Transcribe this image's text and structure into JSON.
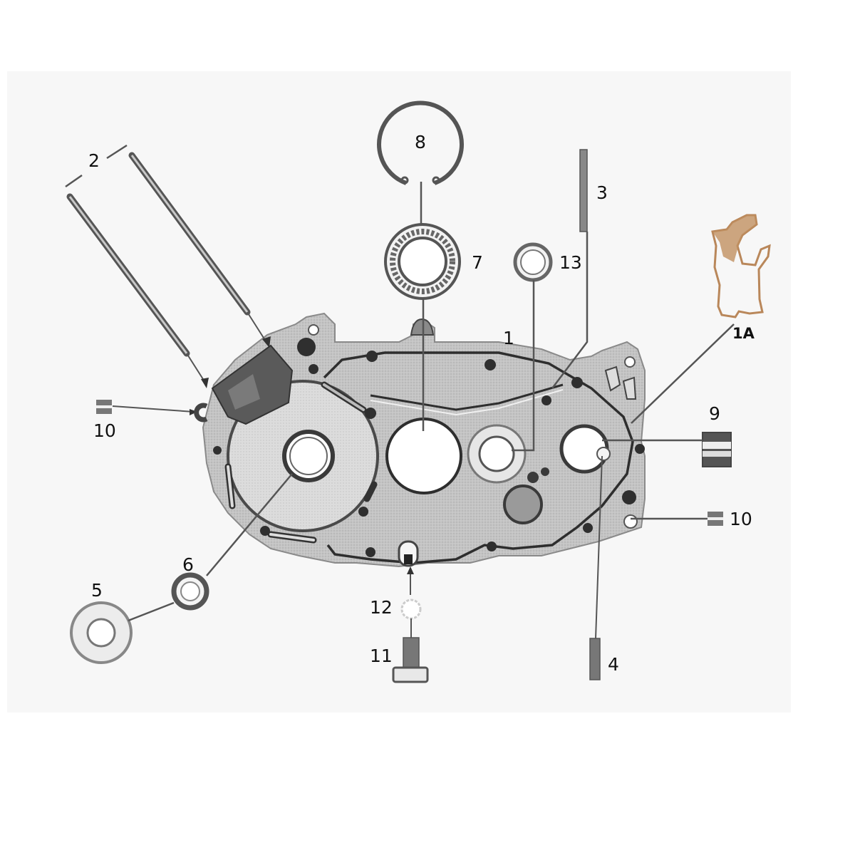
{
  "diagram": {
    "type": "exploded-parts-diagram",
    "subject": "engine crankcase half",
    "colors": {
      "background": "#ffffff",
      "line": "#3a3a3a",
      "casing": "#b9b9b9",
      "casing_dark": "#555555",
      "gasket": "#b9875a"
    },
    "parts": [
      {
        "id": "1",
        "label": "1",
        "name": "crankcase-half"
      },
      {
        "id": "1A",
        "label": "1A",
        "name": "crankcase-gasket"
      },
      {
        "id": "2",
        "label": "2",
        "name": "cylinder-studs"
      },
      {
        "id": "3",
        "label": "3",
        "name": "long-dowel-pin"
      },
      {
        "id": "4",
        "label": "4",
        "name": "short-dowel-pin"
      },
      {
        "id": "5",
        "label": "5",
        "name": "shim-washer"
      },
      {
        "id": "6",
        "label": "6",
        "name": "oil-seal"
      },
      {
        "id": "7",
        "label": "7",
        "name": "ball-bearing"
      },
      {
        "id": "8",
        "label": "8",
        "name": "circlip"
      },
      {
        "id": "9",
        "label": "9",
        "name": "needle-bushing"
      },
      {
        "id": "10",
        "label": "10",
        "name": "locating-sleeve"
      },
      {
        "id": "11",
        "label": "11",
        "name": "drain-screw"
      },
      {
        "id": "12",
        "label": "12",
        "name": "sealing-washer"
      },
      {
        "id": "13",
        "label": "13",
        "name": "shaft-seal-ring"
      }
    ],
    "labels": {
      "l1": "1",
      "l1A": "1A",
      "l2": "2",
      "l3": "3",
      "l4": "4",
      "l5": "5",
      "l6": "6",
      "l7": "7",
      "l8": "8",
      "l9": "9",
      "l10a": "10",
      "l10b": "10",
      "l11": "11",
      "l12": "12",
      "l13": "13"
    }
  }
}
